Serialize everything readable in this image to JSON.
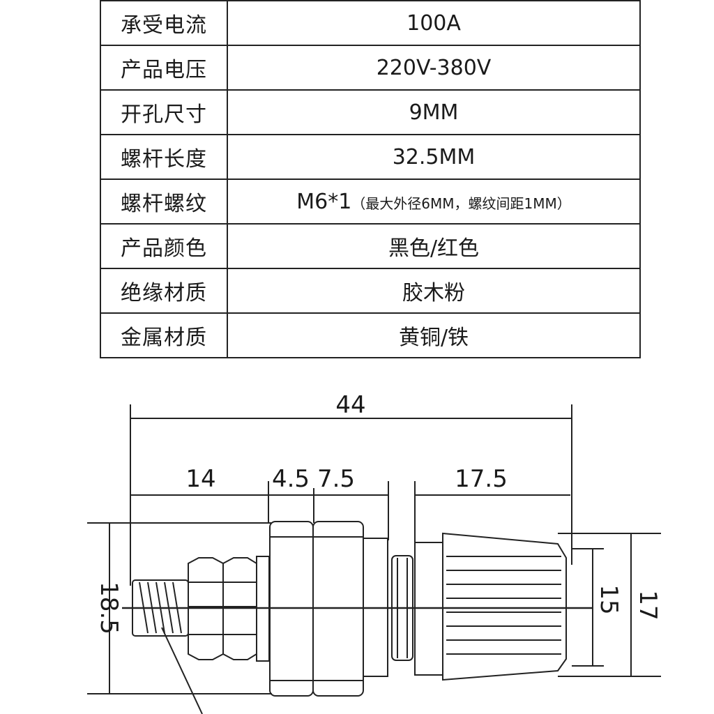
{
  "spec_rows": [
    {
      "label": "承受电流",
      "value": "100A"
    },
    {
      "label": "产品电压",
      "value": "220V-380V"
    },
    {
      "label": "开孔尺寸",
      "value": "9MM"
    },
    {
      "label": "螺杆长度",
      "value": "32.5MM"
    },
    {
      "label": "螺杆螺纹",
      "value": "M6*1",
      "note": "（最大外径6MM，螺纹间距1MM）"
    },
    {
      "label": "产品颜色",
      "value": "黑色/红色"
    },
    {
      "label": "绝缘材质",
      "value": "胶木粉"
    },
    {
      "label": "金属材质",
      "value": "黄铜/铁"
    }
  ],
  "dimensions": {
    "total_length": "44",
    "thread_length": "14",
    "flange_a": "4.5",
    "flange_b": "7.5",
    "cap_length": "17.5",
    "body_height": "18.5",
    "cap_inner": "15",
    "cap_outer": "17"
  }
}
